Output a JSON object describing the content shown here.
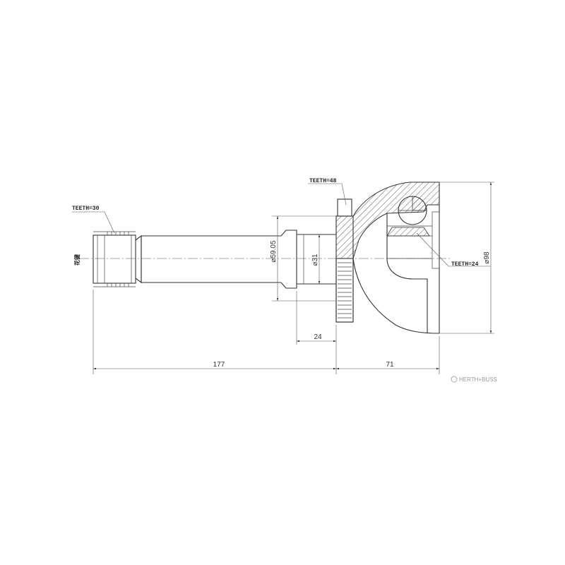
{
  "labels": {
    "teeth_30": "TEETH=30",
    "teeth_48": "TEETH=48",
    "teeth_24": "TEETH=24",
    "spline_note": "花键"
  },
  "dimensions": {
    "total_shaft_length": "177",
    "joint_length": "71",
    "seat_width": "24",
    "seal_diameter": "⌀59.05",
    "shaft_diameter": "⌀31",
    "outer_diameter": "⌀98"
  },
  "brand": {
    "name": "HERTH+BUSS"
  }
}
